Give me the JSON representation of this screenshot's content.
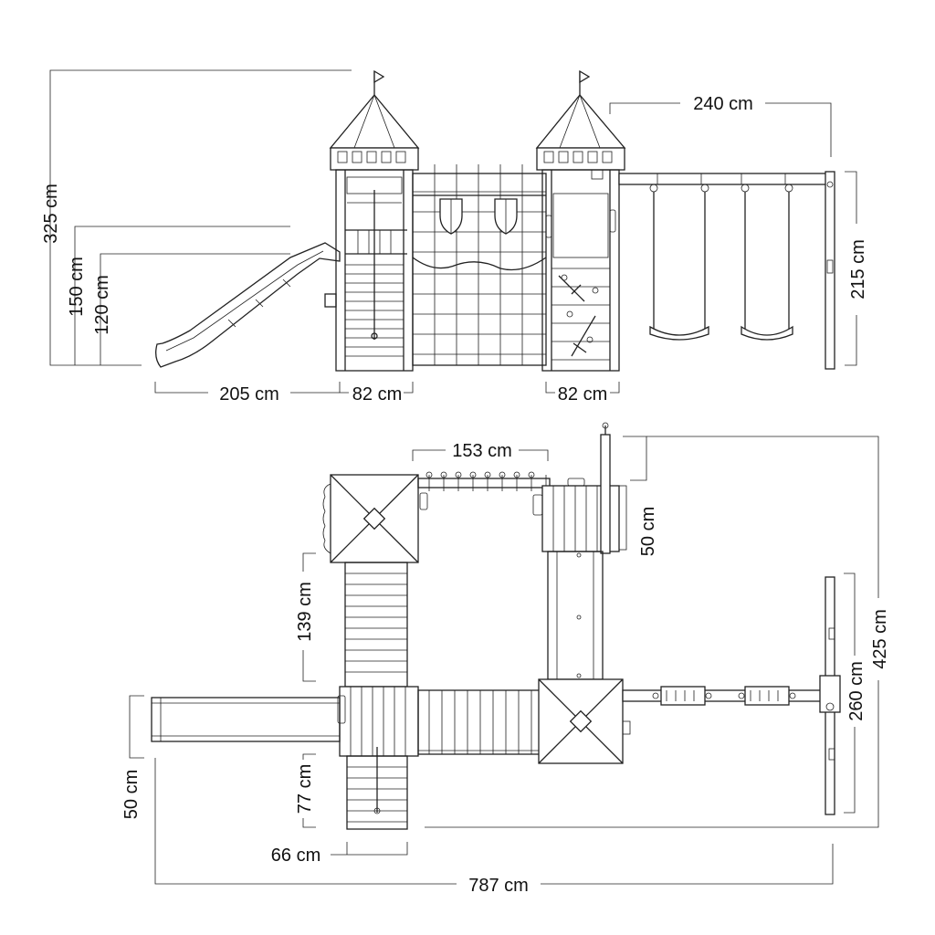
{
  "dimensions": {
    "front_total_height": "325 cm",
    "front_platform_high": "150 cm",
    "front_platform_low": "120 cm",
    "front_slide_length": "205 cm",
    "front_tower_left_width": "82 cm",
    "front_tower_right_width": "82 cm",
    "front_swing_beam_length": "240 cm",
    "front_swing_height": "215 cm",
    "top_bridge_length": "153 cm",
    "top_offset": "50 cm",
    "top_ramp_length": "139 cm",
    "top_total_depth": "425 cm",
    "top_swing_frame_width": "260 cm",
    "top_slide_width": "50 cm",
    "top_ladder_length": "77 cm",
    "top_ladder_width": "66 cm",
    "top_total_length": "787 cm"
  },
  "icons": [
    "flag-icon",
    "shield-icon",
    "sword-icon",
    "swing-seat-icon"
  ]
}
